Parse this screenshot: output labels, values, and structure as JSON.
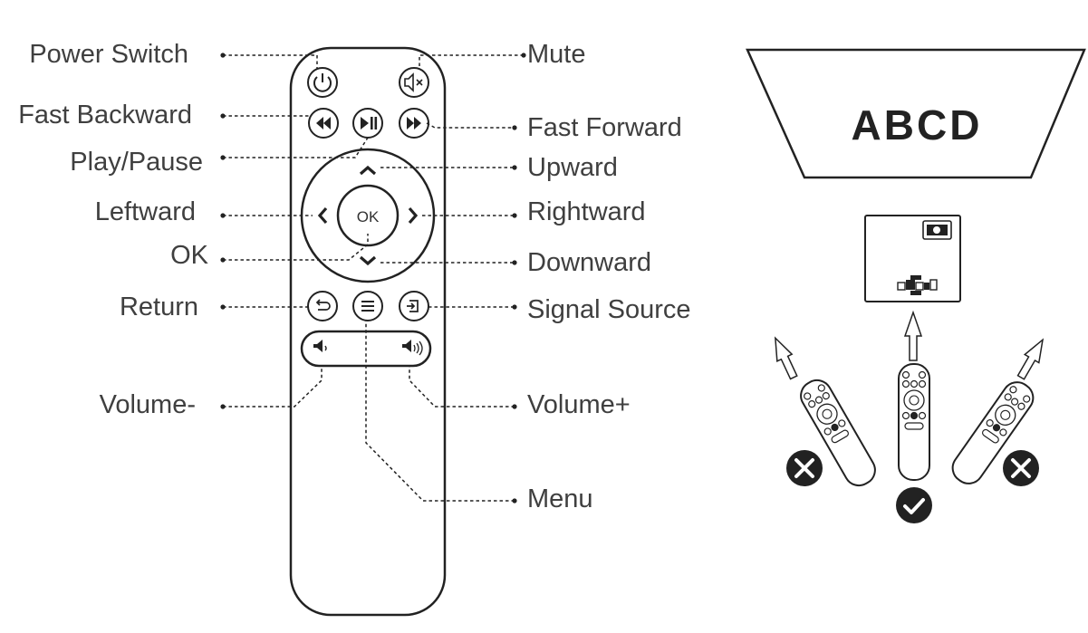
{
  "remote": {
    "labels": {
      "power_switch": "Power Switch",
      "mute": "Mute",
      "fast_backward": "Fast Backward",
      "fast_forward": "Fast Forward",
      "play_pause": "Play/Pause",
      "upward": "Upward",
      "leftward": "Leftward",
      "rightward": "Rightward",
      "ok": "OK",
      "downward": "Downward",
      "return": "Return",
      "signal_source": "Signal Source",
      "volume_minus": "Volume-",
      "volume_plus": "Volume+",
      "menu": "Menu"
    },
    "ok_button_text": "OK"
  },
  "usage": {
    "screen_text": "ABCD",
    "correct_mark": "check-icon",
    "wrong_mark": "cross-icon"
  },
  "colors": {
    "line": "#222222",
    "label": "#3f3f3f",
    "mark_fill": "#222222"
  }
}
